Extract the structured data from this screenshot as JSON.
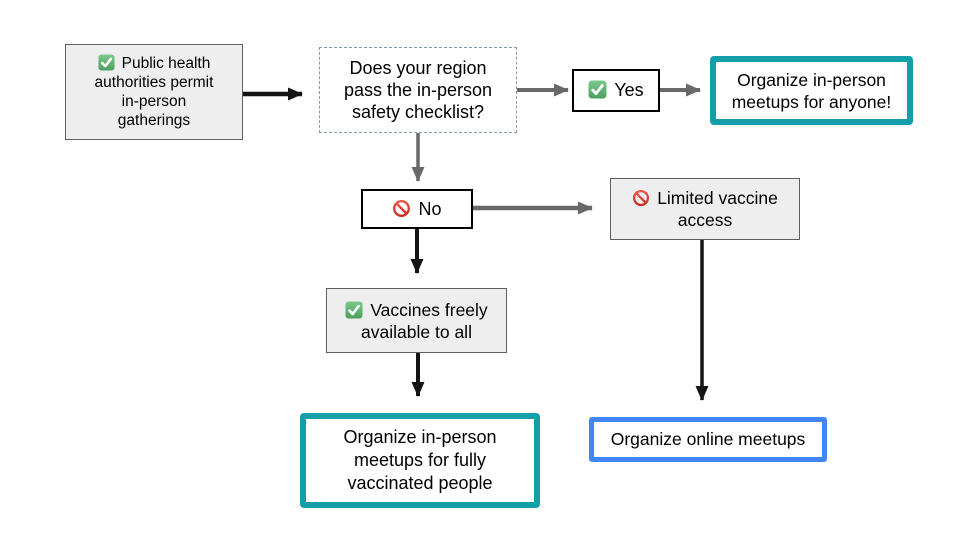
{
  "diagram_title": "meetup-organizing-decision-flowchart",
  "colors": {
    "teal_accent": "#129faa",
    "blue_accent": "#4285f4",
    "gray_node_fill": "#eeeeee",
    "gray_node_border": "#5f5f5f",
    "dashed_border": "#7f9cb2",
    "arrow_black": "#141414",
    "arrow_gray": "#686868",
    "check_green": "#55ad68",
    "prohibited_red": "#e03b2e"
  },
  "nodes": {
    "public_health": {
      "label": "Public health\nauthorities permit\nin-person\ngatherings",
      "icon": "check"
    },
    "question": {
      "label": "Does your region\npass the in-person\nsafety checklist?"
    },
    "yes": {
      "label": "Yes",
      "icon": "check"
    },
    "meetups_anyone": {
      "label": "Organize in-person\nmeetups for anyone!"
    },
    "no": {
      "label": "No",
      "icon": "prohibited"
    },
    "limited_vaccine": {
      "label": "Limited vaccine\naccess",
      "icon": "prohibited"
    },
    "vaccines_available": {
      "label": "Vaccines freely\navailable to all",
      "icon": "check"
    },
    "meetups_vaccinated": {
      "label": "Organize in-person\nmeetups for fully\nvaccinated people"
    },
    "meetups_online": {
      "label": "Organize online meetups"
    }
  }
}
